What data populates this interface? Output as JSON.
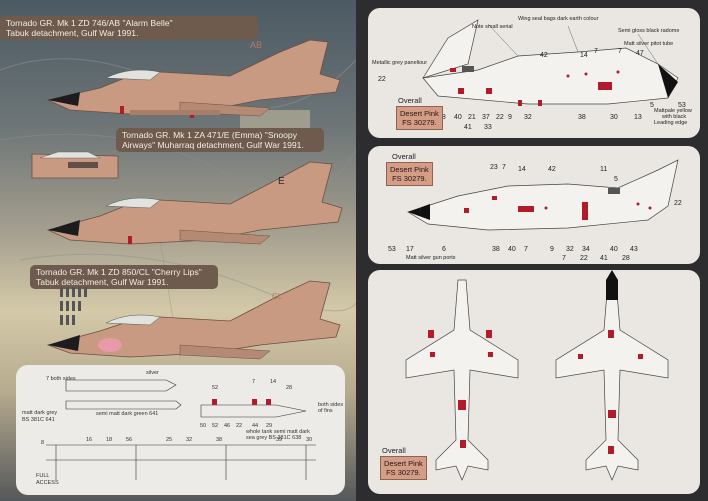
{
  "profiles": [
    {
      "line1": "Tornado GR. Mk 1 ZD 746/AB \"Alarm Belle\"",
      "line2": "Tabuk detachment, Gulf War 1991."
    },
    {
      "line1": "Tornado GR. Mk 1 ZA 471/E (Emma) \"Snoopy",
      "line2": "Airways\" Muharraq detachment, Gulf War 1991."
    },
    {
      "line1": "Tornado GR. Mk 1 ZD 850/CL \"Cherry Lips\"",
      "line2": "Tabuk detachment, Gulf War 1991."
    }
  ],
  "tail_codes": {
    "a": "AB",
    "e": "E",
    "c": "CL"
  },
  "colors": {
    "desert_pink": "#d59d86",
    "red": "#b21b2a",
    "panel": "#eae7e2"
  },
  "top_panel": {
    "overall": "Overall",
    "swatch": [
      "Desert Pink",
      "FS 30279."
    ],
    "notes": [
      "Note small serial",
      "Wing seal bags dark earth colour",
      "Semi gloss black radome",
      "Matt silver pitot tube",
      "Metallic grey paneliour",
      "Mattpale yellow",
      "with black",
      "Leading edge"
    ],
    "nums_top": [
      "42",
      "14",
      "7",
      "7",
      "47",
      "22",
      "53",
      "5"
    ],
    "nums_bottom": [
      "43",
      "28",
      "40",
      "21",
      "37",
      "22",
      "9",
      "32",
      "41",
      "33",
      "38",
      "30",
      "13"
    ]
  },
  "mid_panel": {
    "overall": "Overall",
    "swatch": [
      "Desert Pink",
      "FS 30279."
    ],
    "note": "Matt silver gun ports",
    "nums_top": [
      "7",
      "23",
      "7",
      "14",
      "42",
      "11",
      "5"
    ],
    "nums_side": [
      "22"
    ],
    "nums_bottom": [
      "53",
      "17",
      "6",
      "38",
      "40",
      "7",
      "9",
      "32",
      "34",
      "40",
      "43",
      "7",
      "22",
      "41",
      "28"
    ]
  },
  "bottom_panel": {
    "overall": "Overall",
    "swatch": [
      "Desert Pink",
      "FS 30279."
    ]
  },
  "inset": {
    "notes": [
      "7  both sides",
      "silver",
      "matt dark grey",
      "BS 381C 641",
      "semi matt dark green 641",
      "both sides",
      "of fins",
      "whole tank semi matt dark",
      "sea grey BS 381C 638",
      "FULL",
      "ACCESS"
    ],
    "nums": [
      "7",
      "14",
      "52",
      "28",
      "8",
      "16",
      "18",
      "56",
      "50",
      "52",
      "46",
      "22",
      "44",
      "29",
      "25",
      "32",
      "38",
      "39",
      "30"
    ]
  }
}
